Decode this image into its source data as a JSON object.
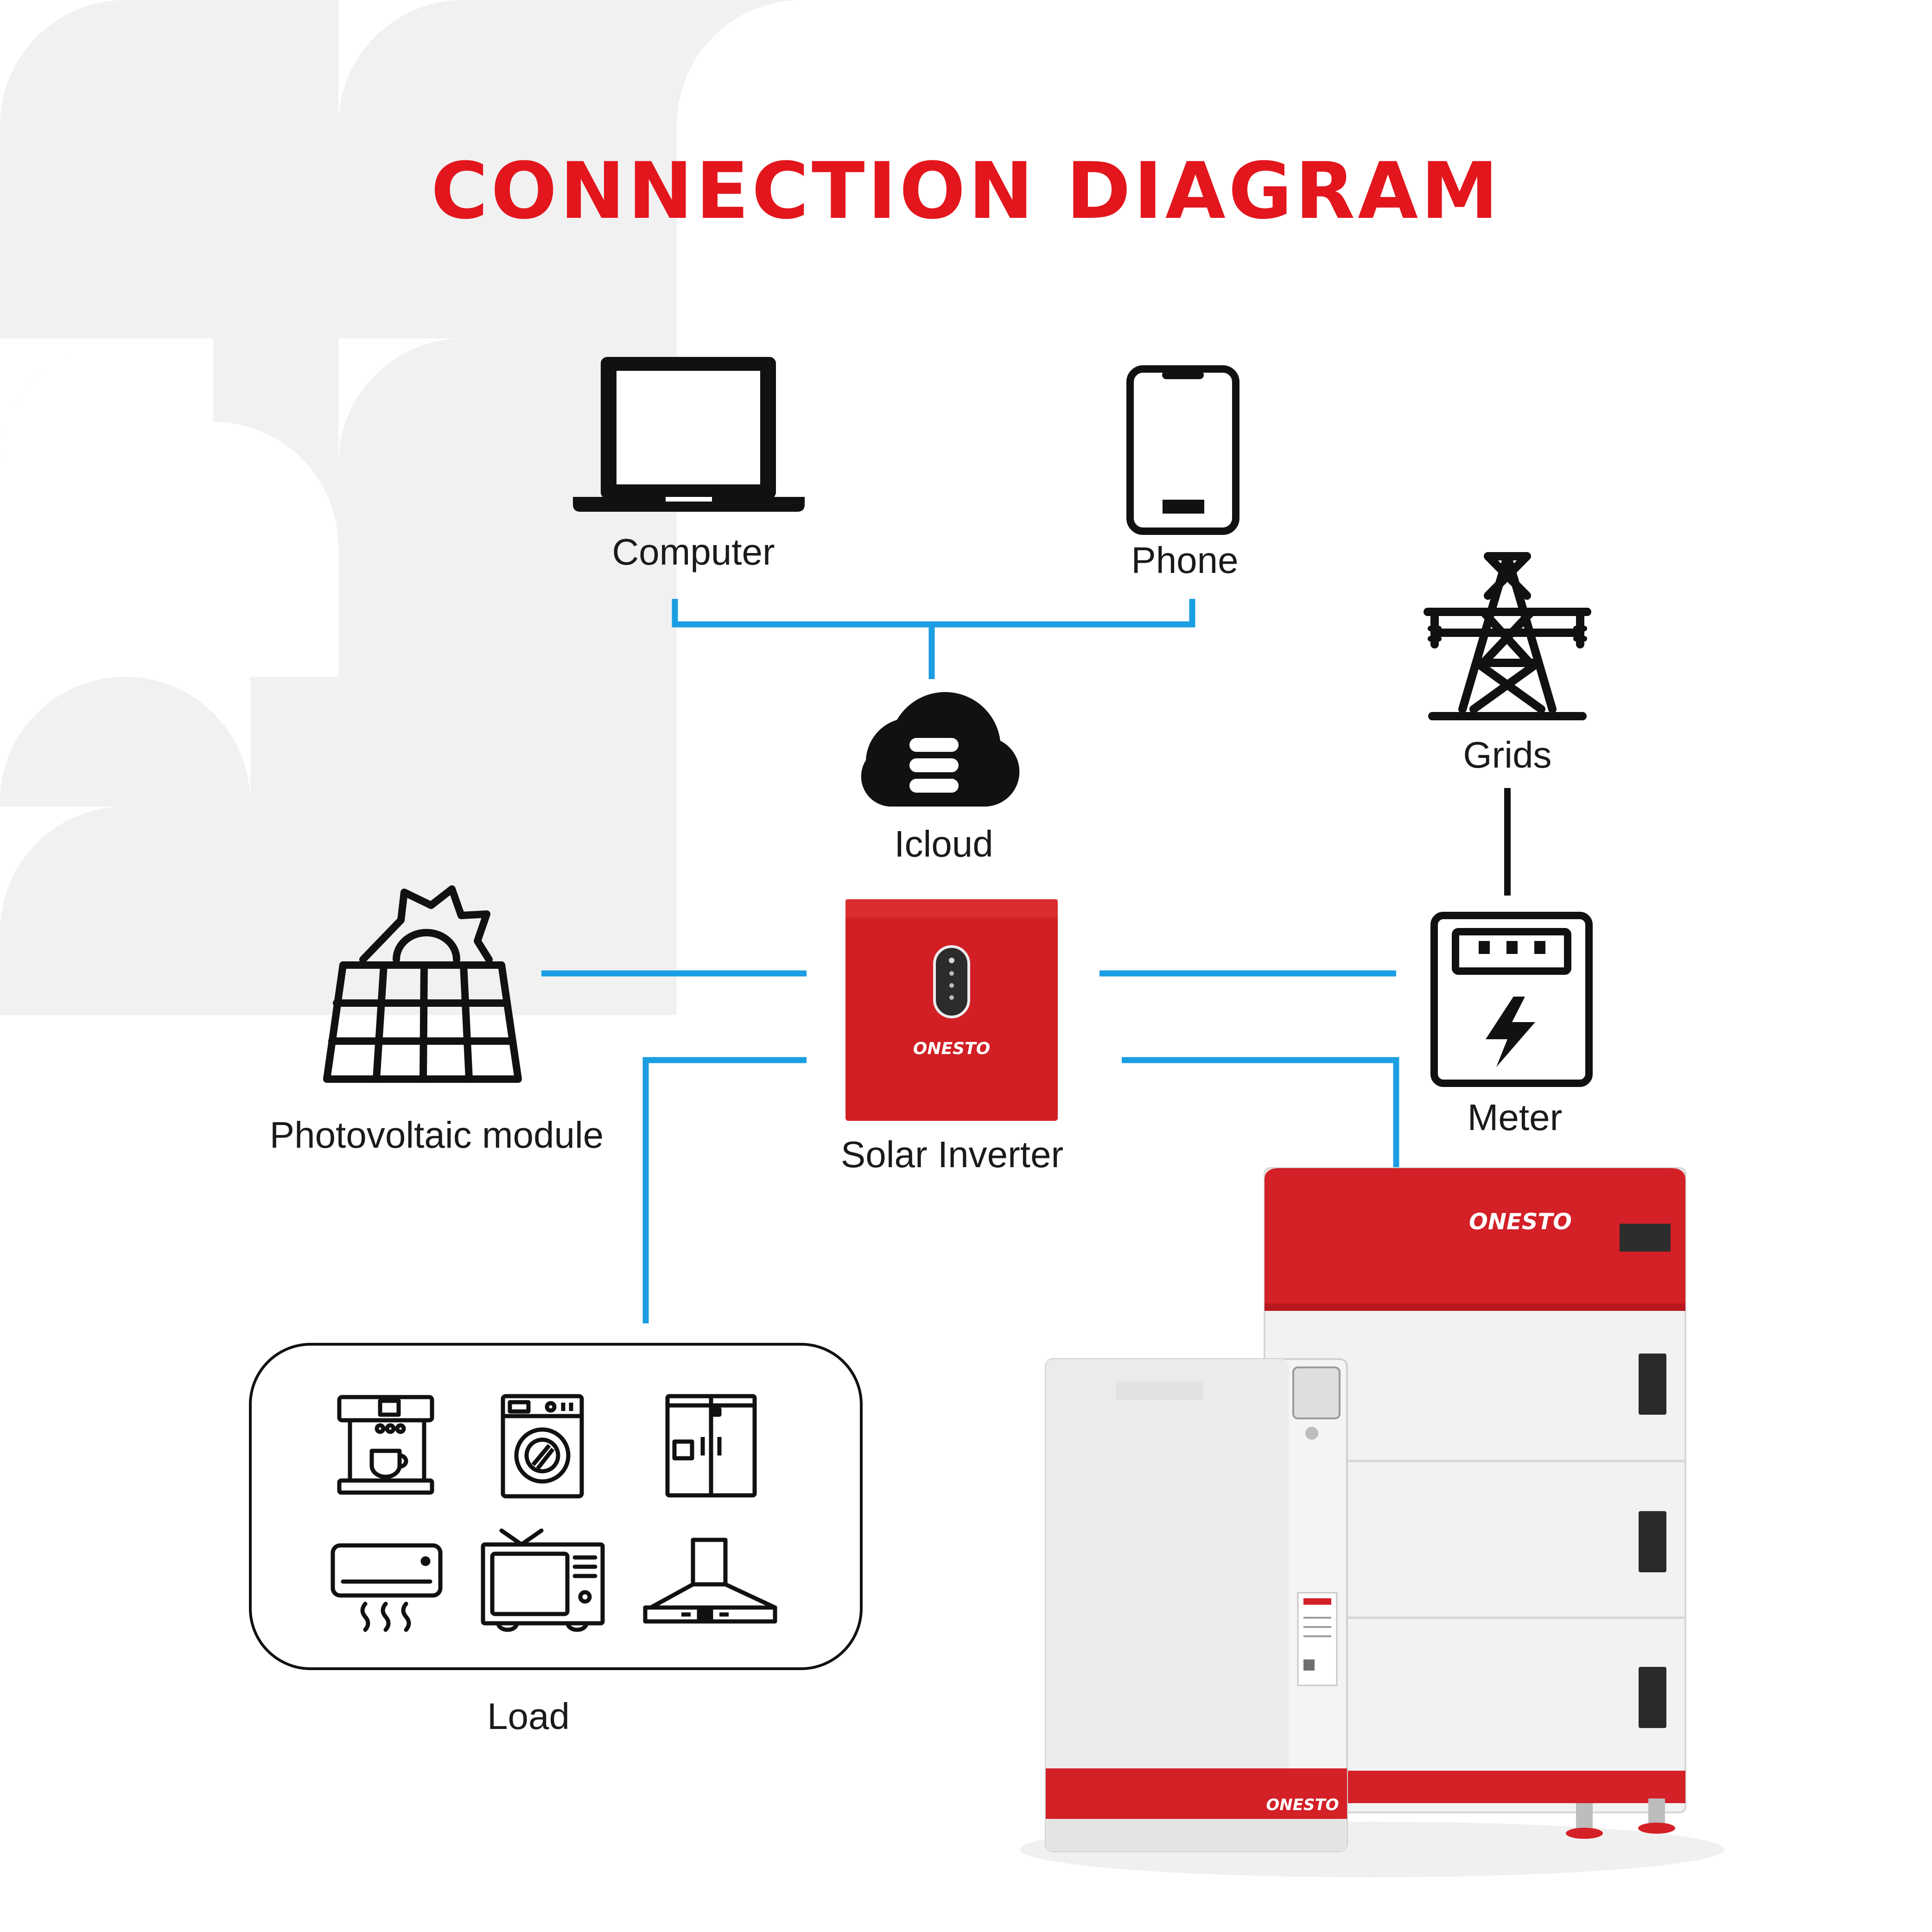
{
  "title": "CONNECTION DIAGRAM",
  "colors": {
    "title": "#e3161d",
    "connector": "#1b9ee2",
    "icon": "#111111",
    "brand_red": "#d21f25",
    "background_pattern": "#f1f1f2"
  },
  "nodes": {
    "computer": {
      "label": "Computer",
      "icon": "laptop-icon"
    },
    "phone": {
      "label": "Phone",
      "icon": "smartphone-icon"
    },
    "icloud": {
      "label": "Icloud",
      "icon": "cloud-server-icon"
    },
    "grids": {
      "label": "Grids",
      "icon": "transmission-tower-icon"
    },
    "photovoltaic": {
      "label": "Photovoltaic module",
      "icon": "solar-panel-icon"
    },
    "inverter": {
      "label": "Solar Inverter",
      "brand": "ONESTO",
      "icon": "inverter-icon"
    },
    "meter": {
      "label": "Meter",
      "icon": "electric-meter-icon"
    },
    "load": {
      "label": "Load",
      "items": [
        "coffee-machine-icon",
        "washing-machine-icon",
        "refrigerator-icon",
        "air-conditioner-icon",
        "television-icon",
        "range-hood-icon"
      ]
    }
  },
  "battery": {
    "brand": "ONESTO"
  }
}
